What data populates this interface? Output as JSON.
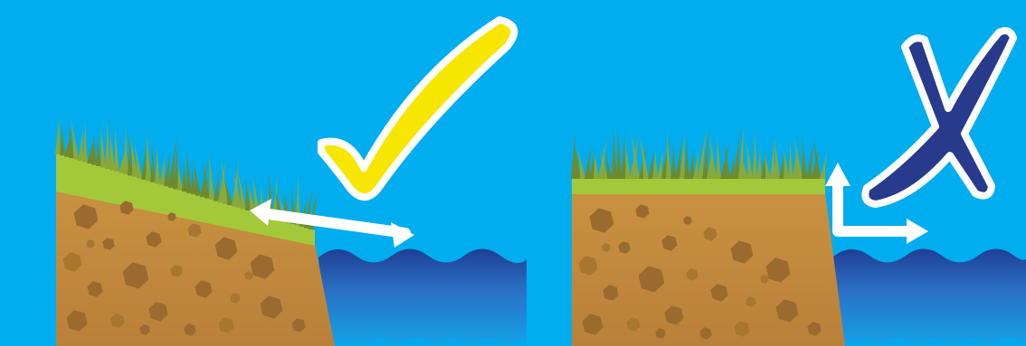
{
  "colors": {
    "sky": "#00adef",
    "grass": "#a3c93a",
    "grass_dark": "#6f8a2c",
    "soil": "#c08a3e",
    "stone": "#9a6a2e",
    "stone_light": "#b07e3a",
    "water_top": "#1f3f93",
    "water_mid": "#2a72c7",
    "water_bottom": "#12a3e8",
    "arrow": "#ffffff",
    "check": "#f7e600",
    "cross": "#283a8c"
  },
  "panels": [
    {
      "name": "sloped-bank-panel",
      "verdict": "correct",
      "mark_icon": "check-mark-icon",
      "bank": "sloped",
      "arrow": "diagonal-double-arrow-icon"
    },
    {
      "name": "vertical-bank-panel",
      "verdict": "incorrect",
      "mark_icon": "cross-mark-icon",
      "bank": "vertical",
      "arrow": "right-angle-double-arrow-icon"
    }
  ]
}
